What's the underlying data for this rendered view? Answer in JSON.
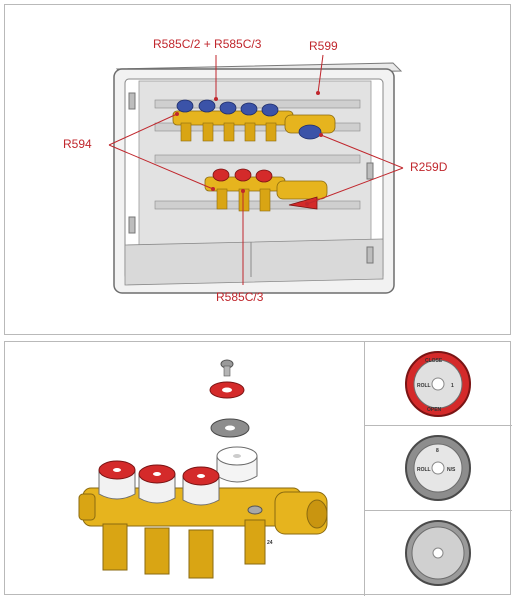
{
  "labels": {
    "r585c2_r585c3": "R585C/2 + R585C/3",
    "r599": "R599",
    "r594": "R594",
    "r259d": "R259D",
    "r585c3": "R585C/3"
  },
  "knob_text": {
    "close": "CLOSE",
    "open": "OPEN",
    "roll": "ROLL",
    "num_8": "8",
    "num_1": "1",
    "ns": "N/S",
    "r24": "24"
  },
  "colors": {
    "label_red": "#c0272d",
    "brass": "#e6b41e",
    "knob_red": "#d42a2a",
    "knob_blue": "#3b53a8",
    "frame_grey": "#dcdcdc"
  }
}
